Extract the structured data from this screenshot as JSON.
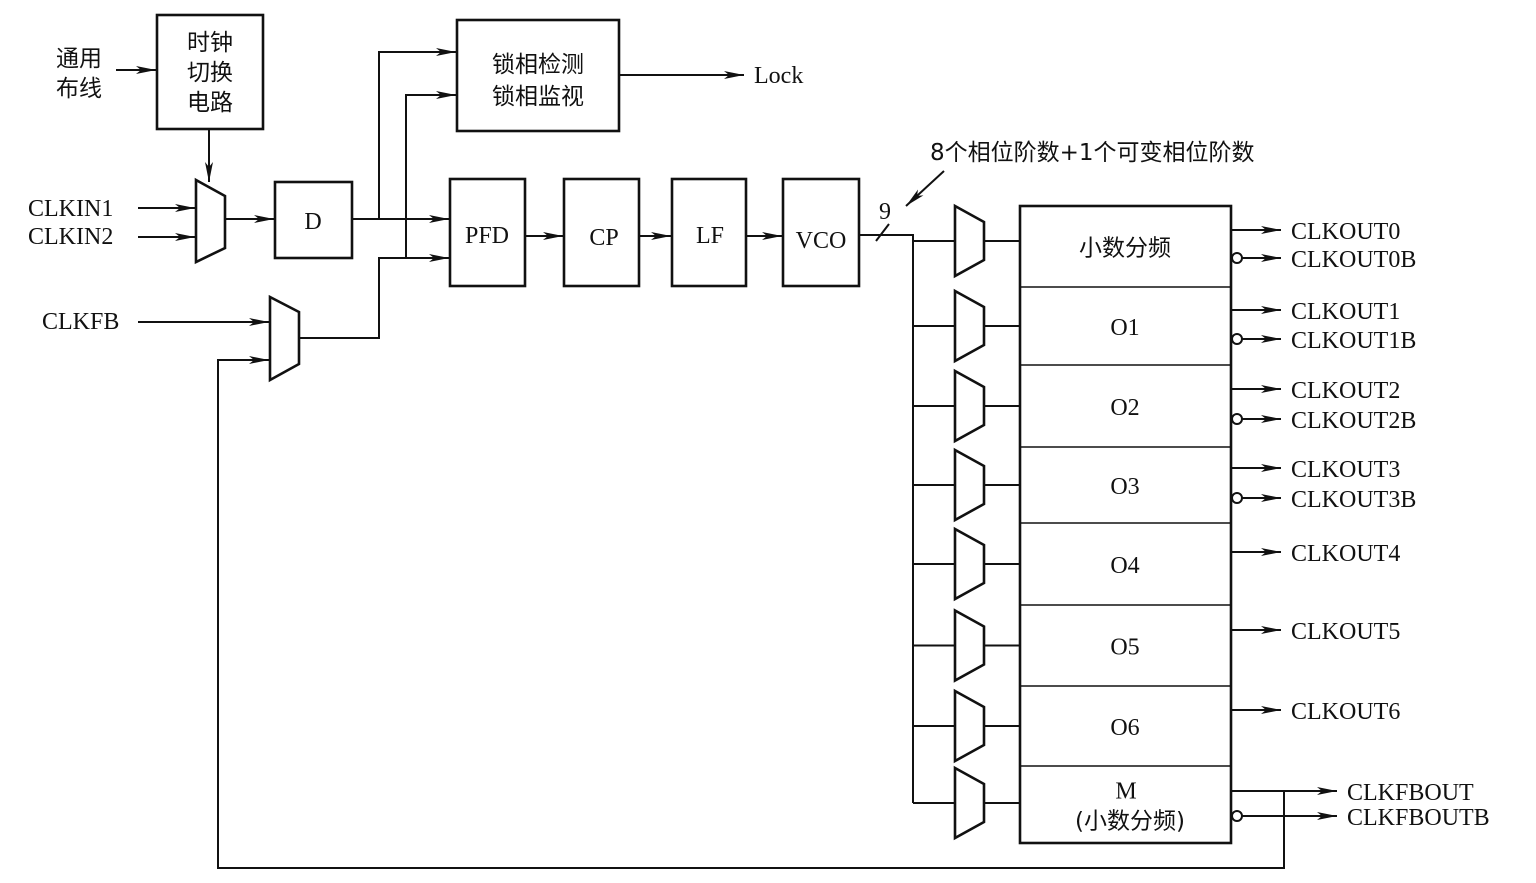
{
  "inputs": {
    "general_routing": [
      "通用",
      "布线"
    ],
    "clkin1": "CLKIN1",
    "clkin2": "CLKIN2",
    "clkfb": "CLKFB"
  },
  "blocks": {
    "clock_switch": [
      "时钟",
      "切换",
      "电路"
    ],
    "lock_detect": [
      "锁相检测",
      "锁相监视"
    ],
    "lock_output": "Lock",
    "d": "D",
    "pfd": "PFD",
    "cp": "CP",
    "lf": "LF",
    "vco": "VCO"
  },
  "bus": {
    "width_label": "9",
    "annotation": "8个相位阶数+1个可变相位阶数"
  },
  "dividers": [
    {
      "label": "小数分频"
    },
    {
      "label": "O1"
    },
    {
      "label": "O2"
    },
    {
      "label": "O3"
    },
    {
      "label": "O4"
    },
    {
      "label": "O5"
    },
    {
      "label": "O6"
    },
    {
      "label": "M",
      "sublabel": "(小数分频)"
    }
  ],
  "outputs": [
    {
      "label": "CLKOUT0"
    },
    {
      "label": "CLKOUT0B"
    },
    {
      "label": "CLKOUT1"
    },
    {
      "label": "CLKOUT1B"
    },
    {
      "label": "CLKOUT2"
    },
    {
      "label": "CLKOUT2B"
    },
    {
      "label": "CLKOUT3"
    },
    {
      "label": "CLKOUT3B"
    },
    {
      "label": "CLKOUT4"
    },
    {
      "label": "CLKOUT5"
    },
    {
      "label": "CLKOUT6"
    },
    {
      "label": "CLKFBOUT"
    },
    {
      "label": "CLKFBOUTB"
    }
  ]
}
